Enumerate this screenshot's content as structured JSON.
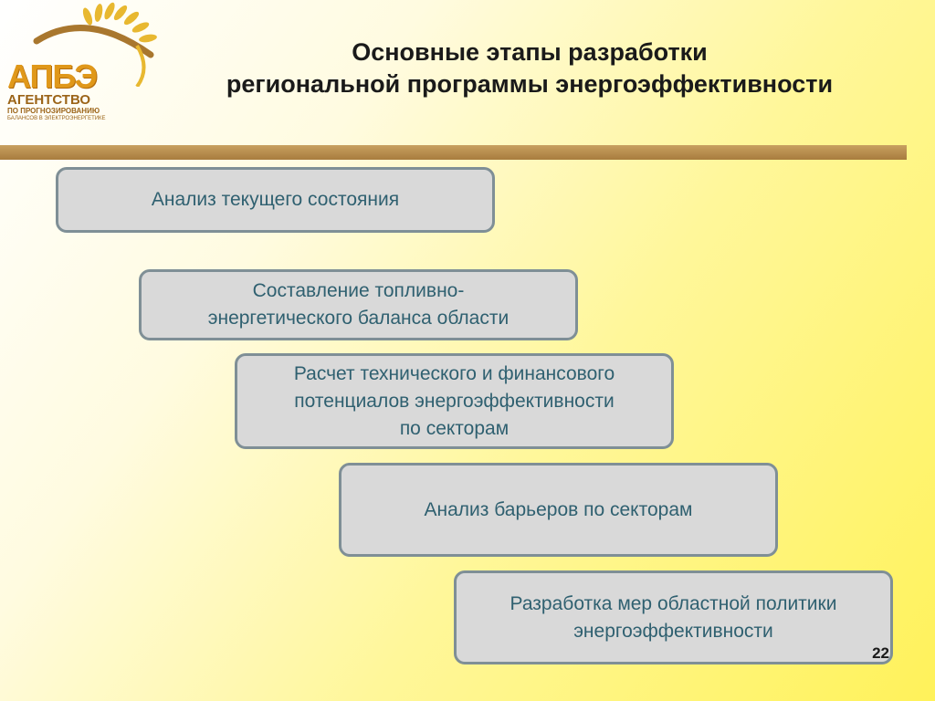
{
  "logo": {
    "abbr": "АПБЭ",
    "name": "АГЕНТСТВО",
    "sub1": "ПО ПРОГНОЗИРОВАНИЮ",
    "sub2": "БАЛАНСОВ В ЭЛЕКТРОЭНЕРГЕТИКЕ"
  },
  "title": {
    "line1": "Основные этапы разработки",
    "line2": "региональной программы энергоэффективности"
  },
  "steps": [
    {
      "lines": [
        "Анализ текущего состояния"
      ]
    },
    {
      "lines": [
        "Составление топливно-",
        "энергетического баланса области"
      ]
    },
    {
      "lines": [
        "Расчет технического и финансового",
        "потенциалов энергоэффективности",
        "по секторам"
      ]
    },
    {
      "lines": [
        "Анализ барьеров по секторам"
      ]
    },
    {
      "lines": [
        "Разработка мер областной политики",
        "энергоэффективности"
      ]
    }
  ],
  "page_number": "22",
  "colors": {
    "accent_bar": "#b08a4c",
    "box_fill": "#d9d9d9",
    "box_border": "#7f8f96",
    "box_text": "#2f6070",
    "logo_orange": "#e0981a"
  }
}
